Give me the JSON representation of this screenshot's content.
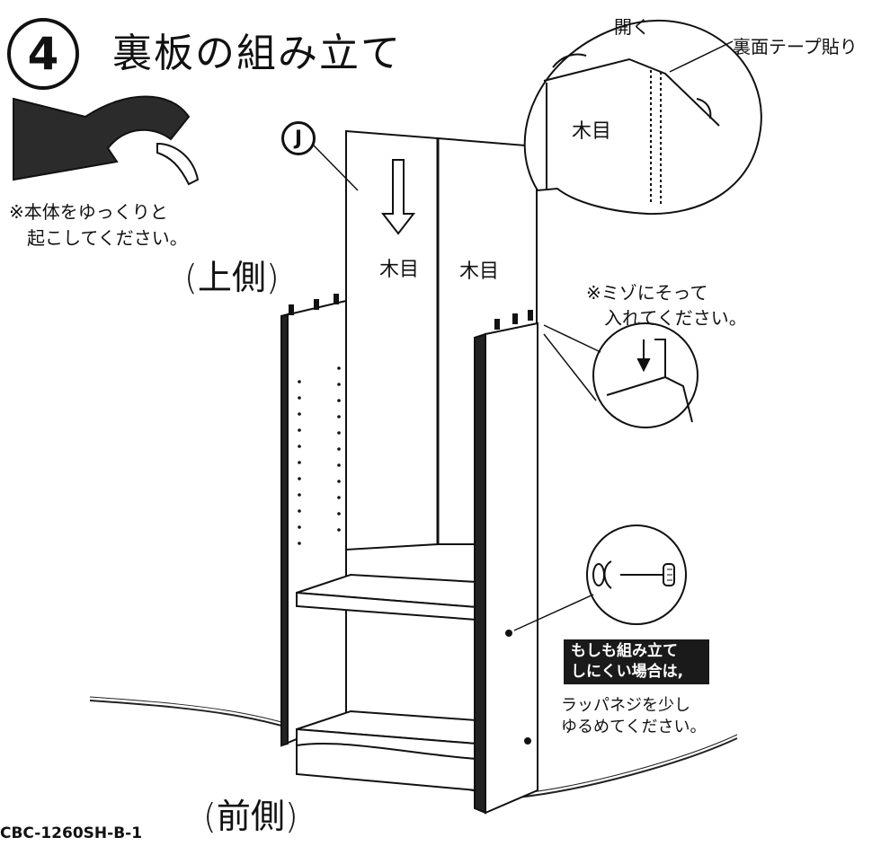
{
  "step": {
    "number": "4",
    "title": "裏板の組み立て"
  },
  "tilt_note": "※本体をゆっくりと\n　起こしてください。",
  "part_label": "J",
  "side_labels": {
    "top": "(上側)",
    "front": "(前側)"
  },
  "grain_labels": [
    "木目",
    "木目",
    "木目"
  ],
  "detail_open": {
    "open_label": "開く",
    "tape_label": "裏面テープ貼り"
  },
  "groove_note": "※ミゾにそって\n　入れてください。",
  "trouble_badge": "もしも組み立て\nしにくい場合は,",
  "trouble_note": "ラッパネジを少し\nゆるめてください。",
  "model_code": "CBC-1260SH-B-1"
}
